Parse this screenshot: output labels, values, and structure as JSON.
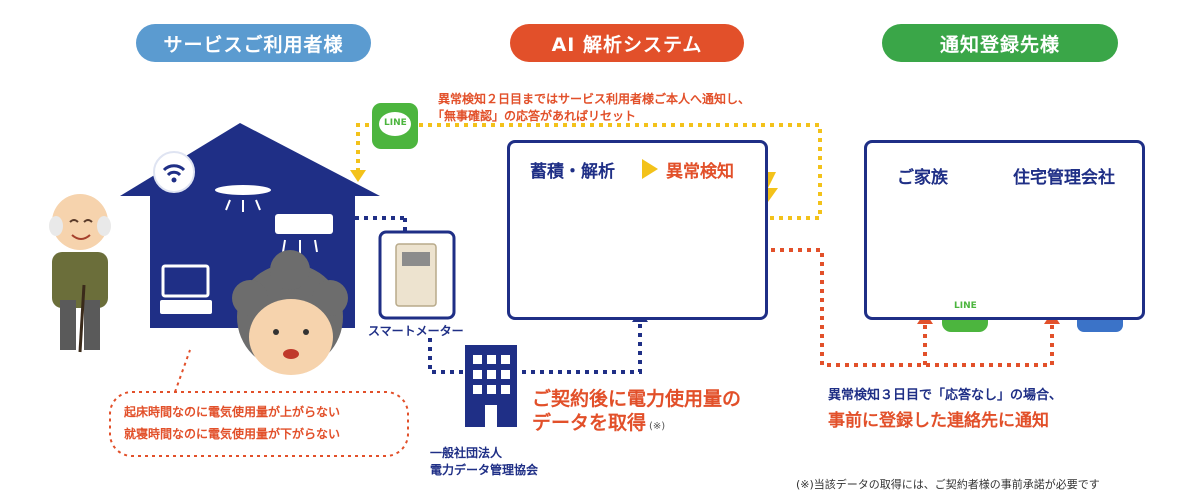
{
  "headers": {
    "service_user": "サービスご利用者様",
    "ai_system": "AI 解析システム",
    "notify_dest": "通知登録先様"
  },
  "colors": {
    "navy": "#1f2f86",
    "blue_header": "#5b9bd0",
    "orange_header": "#e2502a",
    "green_header": "#3aa648",
    "line_green": "#4cb53e",
    "dotted_yellow": "#f3c21a",
    "dotted_red": "#e2502a"
  },
  "top_note": {
    "line1": "異常検知２日目まではサービス利用者様ご本人へ通知し、",
    "line2": "「無事確認」の応答があればリセット"
  },
  "ai_box": {
    "step1": "蓄積・解析",
    "step2": "異常検知"
  },
  "meter_label": "スマートメーター",
  "bubble": {
    "line1": "起床時間なのに電気使用量が上がらない",
    "line2": "就寝時間なのに電気使用量が下がらない"
  },
  "association": {
    "line1": "一般社団法人",
    "line2": "電力データ管理協会"
  },
  "data_acquire": {
    "line1": "ご契約後に電力使用量の",
    "line2": "データを取得",
    "mark": "(※)"
  },
  "notify_box": {
    "family": "ご家族",
    "company": "住宅管理会社"
  },
  "day3_note": {
    "line1": "異常検知３日目で「応答なし」の場合、",
    "line2": "事前に登録した連絡先に通知"
  },
  "line_badge": "LINE",
  "footnote": "(※)当該データの取得には、ご契約者様の事前承諾が必要です"
}
